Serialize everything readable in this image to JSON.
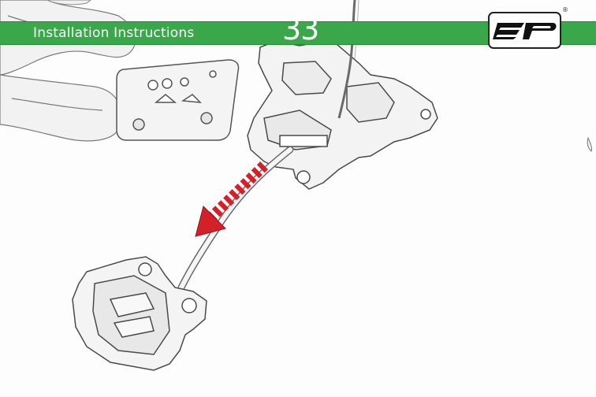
{
  "header": {
    "title": "Installation Instructions",
    "page_number": "33",
    "registered_mark": "®",
    "bar_color": "#3aa84a"
  },
  "logo": {
    "text": "EP",
    "icon": "ep-logo-icon"
  },
  "illustration": {
    "icons": [
      "hand-icon",
      "mounting-bracket-icon",
      "connector-housing-icon",
      "connector-plug-icon",
      "arrow-icon"
    ],
    "arrow_color": "#d42028"
  }
}
